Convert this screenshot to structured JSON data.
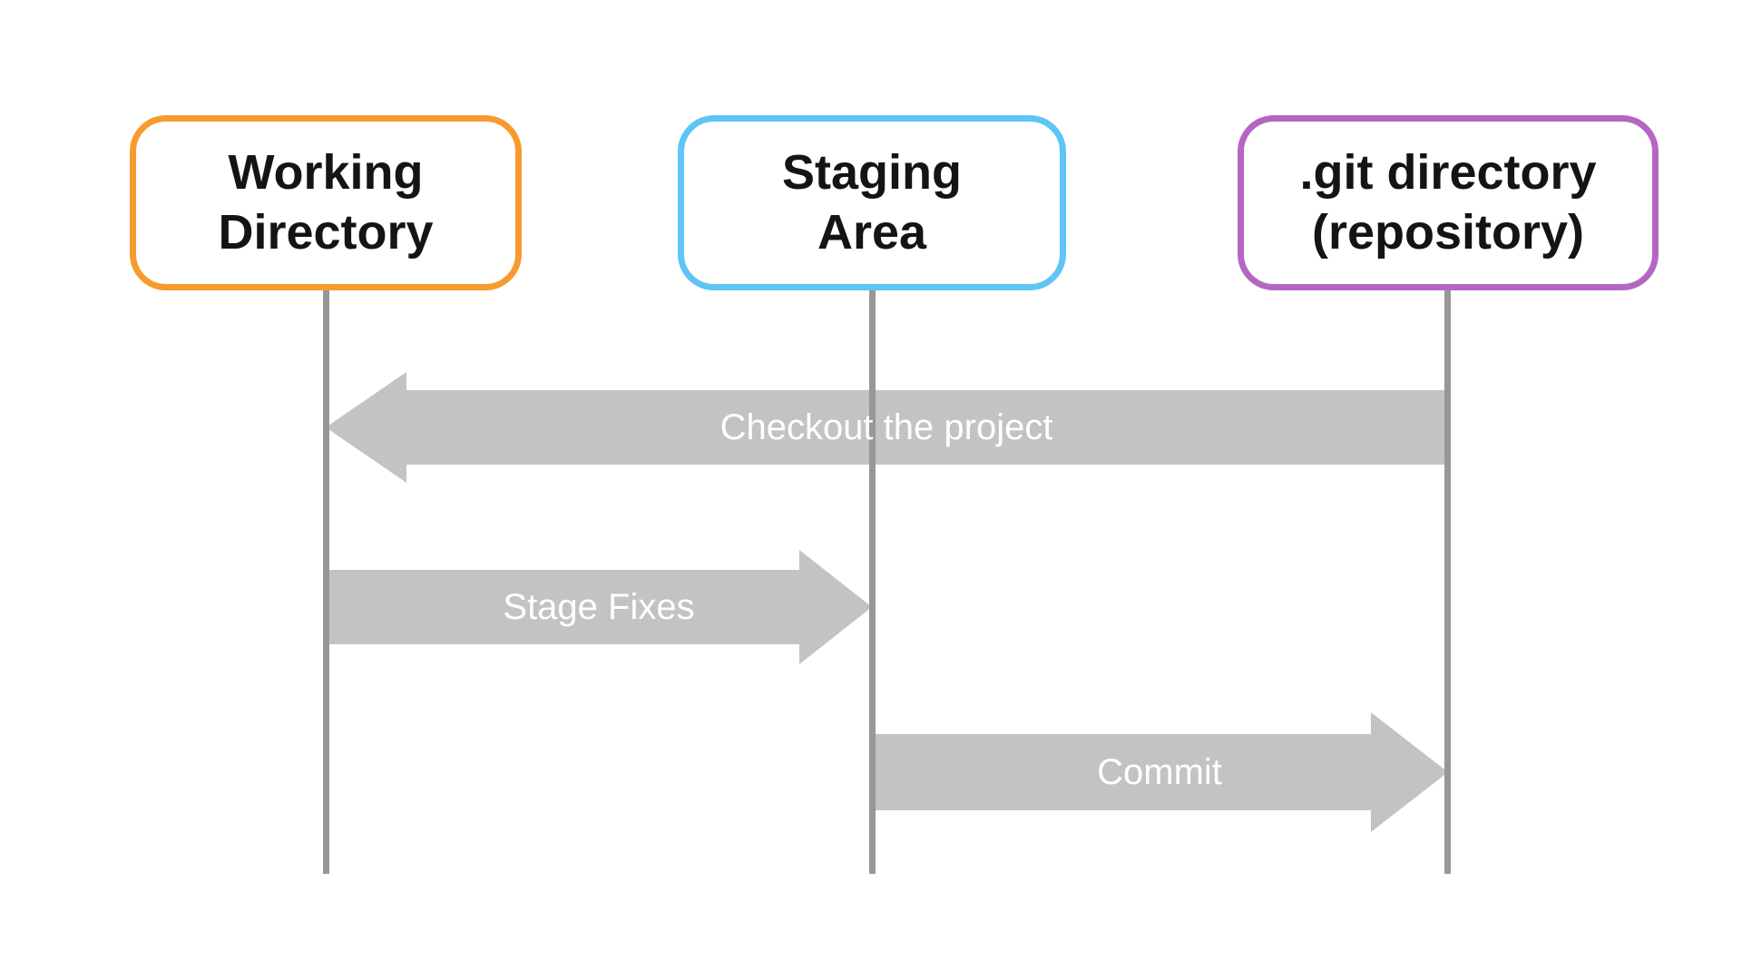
{
  "diagram": {
    "type": "git-workflow-sequence",
    "background": "#ffffff",
    "actors": [
      {
        "name": "Working Directory",
        "lines": [
          "Working",
          "Directory"
        ],
        "border_color": "#F79B2E"
      },
      {
        "name": "Staging Area",
        "lines": [
          "Staging",
          "Area"
        ],
        "border_color": "#5EC5F4"
      },
      {
        "name": ".git directory (repository)",
        "lines": [
          ".git directory",
          "(repository)"
        ],
        "border_color": "#B566C4"
      }
    ],
    "messages": [
      {
        "label": "Checkout the project",
        "from": ".git directory (repository)",
        "to": "Working Directory",
        "direction": "left"
      },
      {
        "label": "Stage Fixes",
        "from": "Working Directory",
        "to": "Staging Area",
        "direction": "right"
      },
      {
        "label": "Commit",
        "from": "Staging Area",
        "to": ".git directory (repository)",
        "direction": "right"
      }
    ],
    "colors": {
      "lifeline": "#979797",
      "arrow_fill": "#C3C3C3",
      "arrow_text": "#FFFFFF",
      "actor_text": "#141414"
    }
  }
}
